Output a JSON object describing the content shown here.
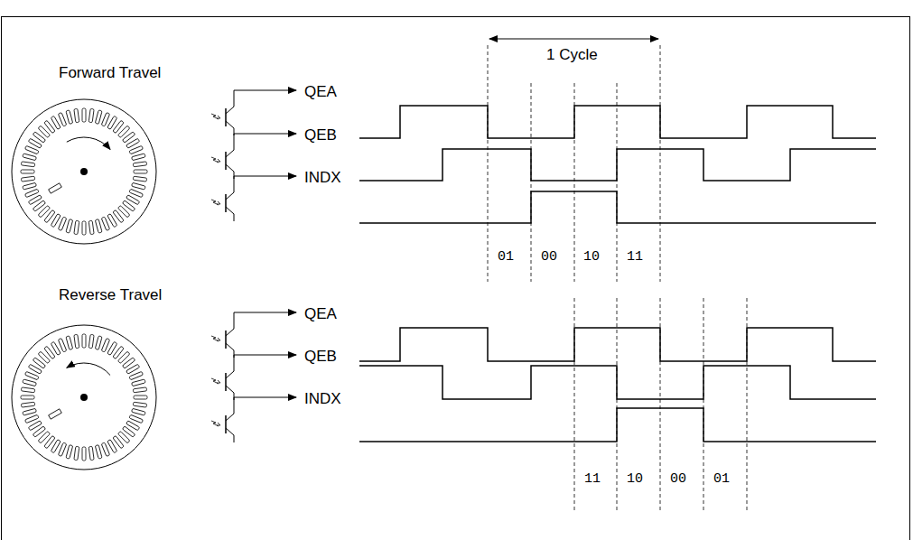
{
  "diagram": {
    "labels": [
      "Forward Travel",
      "1 Cycle",
      "QEA",
      "QEB",
      "INDX",
      "01",
      "00",
      "10",
      "11",
      "Reverse Travel",
      "QEA",
      "QEB",
      "INDX",
      "11",
      "10",
      "00",
      "01"
    ]
  }
}
